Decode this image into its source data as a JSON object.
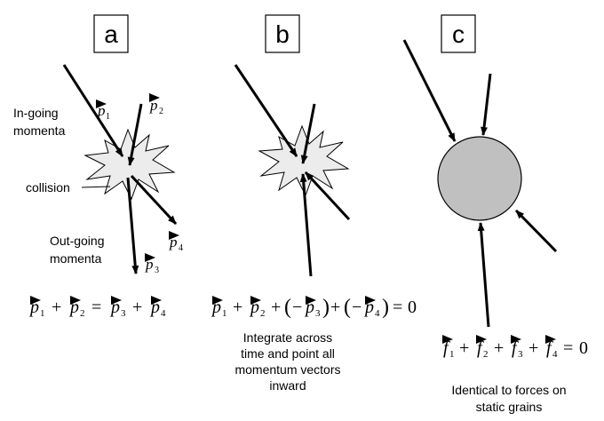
{
  "panels": {
    "a": {
      "label": "a",
      "in_going": [
        "In-going",
        "momenta"
      ],
      "collision": "collision",
      "out_going": [
        "Out-going",
        "momenta"
      ],
      "vectors": {
        "p1": "p",
        "p1_sub": "1",
        "p2": "p",
        "p2_sub": "2",
        "p3": "p",
        "p3_sub": "3",
        "p4": "p",
        "p4_sub": "4"
      },
      "equation": {
        "t1": "p",
        "s1": "1",
        "plus1": "+",
        "t2": "p",
        "s2": "2",
        "eq": "=",
        "t3": "p",
        "s3": "3",
        "plus2": "+",
        "t4": "p",
        "s4": "4"
      }
    },
    "b": {
      "label": "b",
      "equation": {
        "t1": "p",
        "s1": "1",
        "plus1": "+",
        "t2": "p",
        "s2": "2",
        "plus2": "+",
        "open1": "(",
        "minus1": "−",
        "t3": "p",
        "s3": "3",
        "close1": ")",
        "plus3": "+",
        "open2": "(",
        "minus2": "−",
        "t4": "p",
        "s4": "4",
        "close2": ")",
        "eq": "=",
        "zero": "0"
      },
      "caption": [
        "Integrate across",
        "time and point all",
        "momentum vectors",
        "inward"
      ]
    },
    "c": {
      "label": "c",
      "equation": {
        "t1": "f",
        "s1": "1",
        "plus1": "+",
        "t2": "f",
        "s2": "2",
        "plus2": "+",
        "t3": "f",
        "s3": "3",
        "plus3": "+",
        "t4": "f",
        "s4": "4",
        "eq": "=",
        "zero": "0"
      },
      "caption": [
        "Identical to forces on",
        "static grains"
      ]
    }
  },
  "colors": {
    "line": "#000000",
    "burst_fill": "#ececec",
    "grain_fill": "#c0c0c0"
  }
}
